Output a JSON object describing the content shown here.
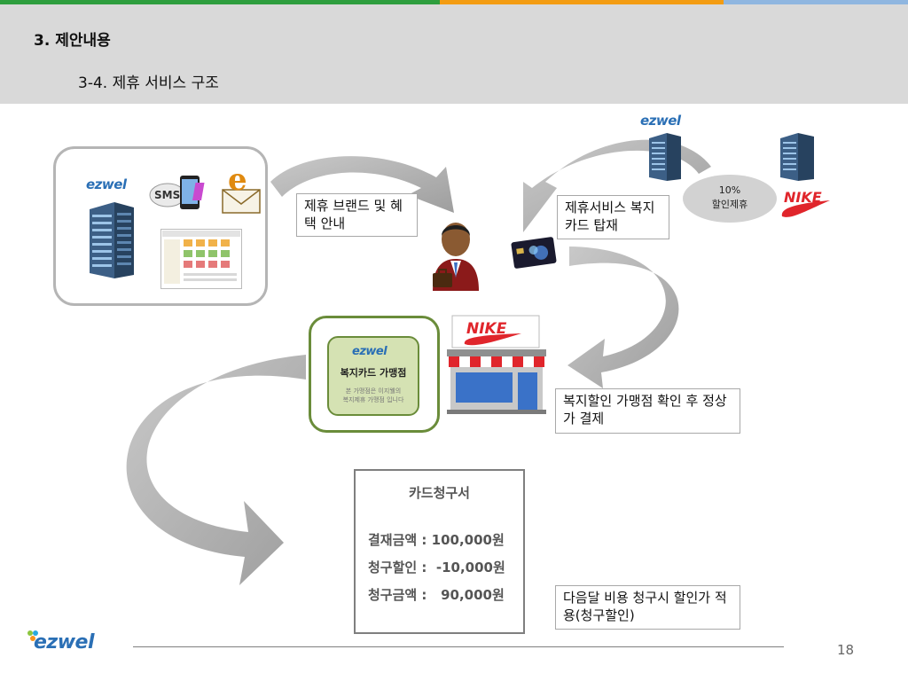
{
  "header": {
    "section_title": "3. 제안내용",
    "subtitle": "3-4. 제휴 서비스 구조"
  },
  "logo": {
    "text": "ezwel"
  },
  "callouts": {
    "brand_guide": "제휴 브랜드 및 혜택 안내",
    "card_service": "제휴서비스 복지카드 탑재",
    "store_payment": "복지할인 가맹점 확인 후 정상가 결제",
    "next_month": "다음달 비용 청구시 할인가 적용(청구할인)"
  },
  "discount_bubble": {
    "rate": "10%",
    "label": "할인제휴"
  },
  "sms_label": "SMS",
  "nike_brand": "NIKE",
  "store_sign": {
    "title": "복지카드 가맹점",
    "line1": "본 가맹점은 이지웰의",
    "line2": "복지제휴 가맹점 입니다"
  },
  "bill": {
    "title": "카드청구서",
    "payment": "결재금액 : 100,000원",
    "discount": "청구할인 :  -10,000원",
    "total": "청구금액 :   90,000원"
  },
  "page_number": "18",
  "colors": {
    "stripe_green": "#2e9e3e",
    "stripe_orange": "#f39c12",
    "stripe_blue": "#8fb6e0",
    "header_bg": "#d9d9d9",
    "nike_red": "#e0252b",
    "sign_green": "#6a8c3a"
  }
}
